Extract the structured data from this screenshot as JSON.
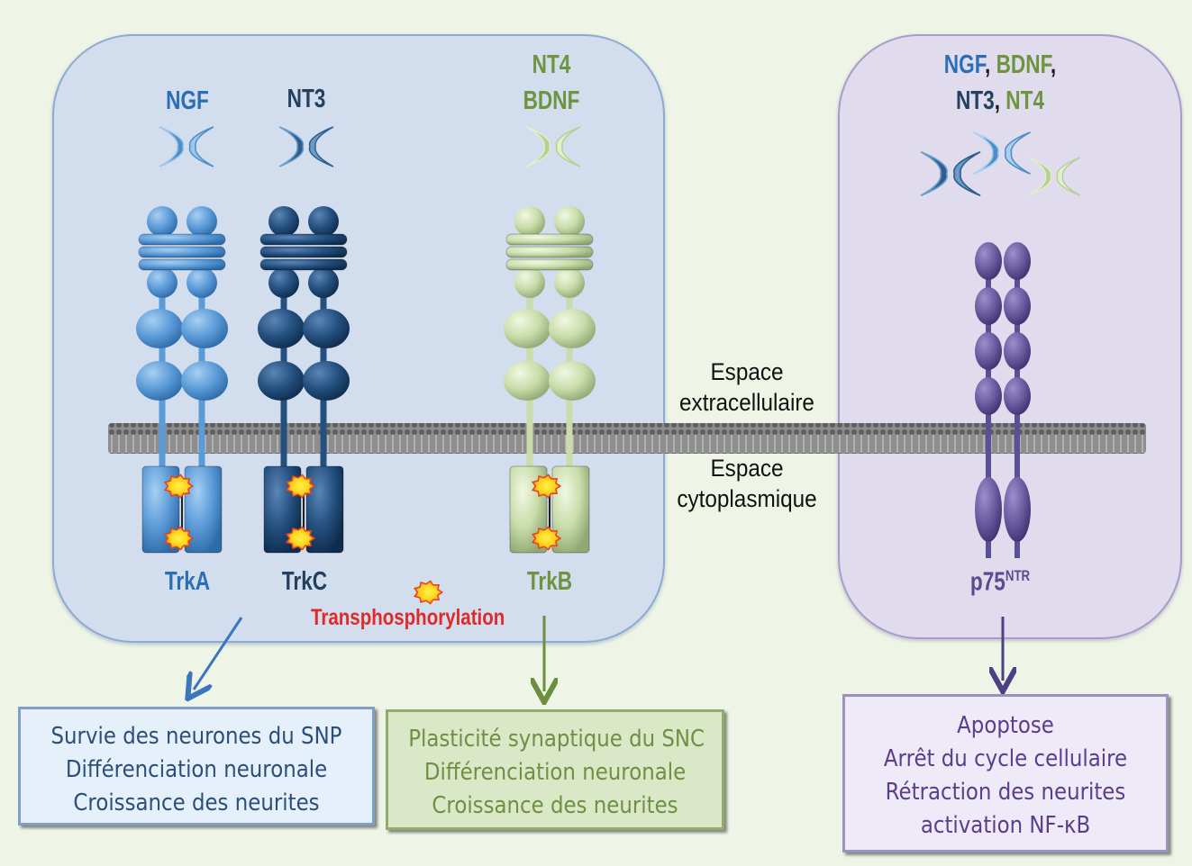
{
  "colors": {
    "trka": "#5b9bd8",
    "trkc": "#24507f",
    "trkb": "#c9dca9",
    "p75": "#6a5ca0",
    "ngf": "#2a6fb5",
    "nt3": "#23405e",
    "bdnf": "#6e9440",
    "phospho": "#ffd21a",
    "phospho_edge": "#e8431e"
  },
  "trk_panel": {
    "ligands": [
      {
        "id": "ngf",
        "label": "NGF"
      },
      {
        "id": "nt3",
        "label": "NT3"
      },
      {
        "id": "bdnf",
        "label_line1": "NT4",
        "label_line2": "BDNF"
      }
    ],
    "receptors": [
      {
        "id": "trka",
        "label": "TrkA"
      },
      {
        "id": "trkc",
        "label": "TrkC"
      },
      {
        "id": "trkb",
        "label": "TrkB"
      }
    ],
    "transphosphorylation_label": "Transphosphorylation"
  },
  "p75_panel": {
    "ligands_line1": {
      "ngf": "NGF",
      "sep1": ",",
      "bdnf": "BDNF",
      "sep2": ","
    },
    "ligands_line2": {
      "nt3": "NT3",
      "sep": ",",
      "nt4": "NT4"
    },
    "receptor_label": "p75",
    "receptor_superscript": "NTR"
  },
  "membrane": {
    "extracellular_line1": "Espace",
    "extracellular_line2": "extracellulaire",
    "cytoplasmic_line1": "Espace",
    "cytoplasmic_line2": "cytoplasmique"
  },
  "outcomes": {
    "trka": [
      "Survie des neurones du SNP",
      "Différenciation neuronale",
      "Croissance des neurites"
    ],
    "trkb": [
      "Plasticité synaptique du SNC",
      "Différenciation neuronale",
      "Croissance des neurites"
    ],
    "p75": [
      "Apoptose",
      "Arrêt du cycle cellulaire",
      "Rétraction des neurites",
      "activation NF-κB"
    ]
  }
}
